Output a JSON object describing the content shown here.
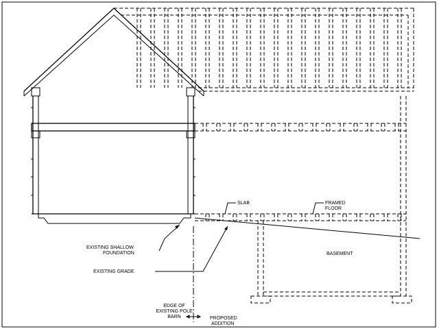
{
  "labels": {
    "slab": "SLAB",
    "framed_floor_1": "FRAMED",
    "framed_floor_2": "FLOOR",
    "basement": "BASEMENT",
    "shallow_foundation_1": "EXISTING SHALLOW",
    "shallow_foundation_2": "FOUNDATION",
    "existing_grade": "EXISTING GRADE",
    "pole_barn_1": "EDGE OF",
    "pole_barn_2": "EXISTING POLE",
    "pole_barn_3": "BARN",
    "addition_1": "PROPOSED",
    "addition_2": "ADDITION"
  }
}
